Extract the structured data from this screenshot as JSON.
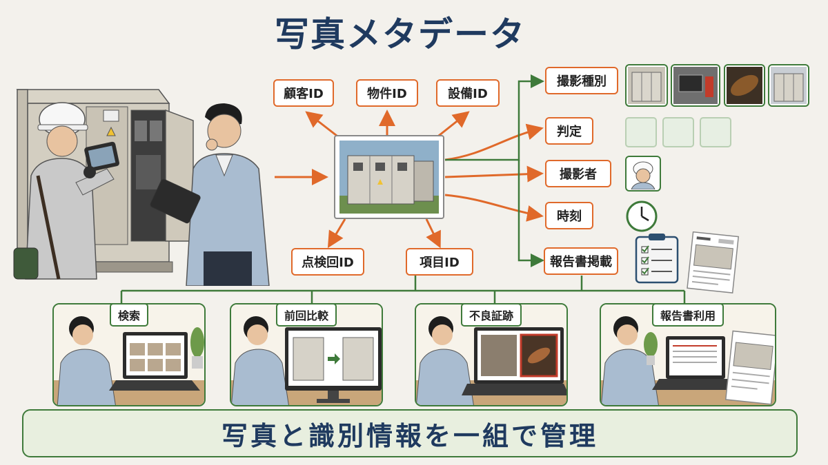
{
  "title": "写真メタデータ",
  "id_boxes": {
    "customer_id": "顧客ID",
    "property_id": "物件ID",
    "equipment_id": "設備ID",
    "inspection_id": "点検回ID",
    "item_id": "項目ID"
  },
  "meta_boxes": {
    "shot_type": "撮影種別",
    "judgment": "判定",
    "photographer": "撮影者",
    "time": "時刻",
    "report_posting": "報告書掲載"
  },
  "use_panels": [
    {
      "label": "検索"
    },
    {
      "label": "前回比較"
    },
    {
      "label": "不良証跡"
    },
    {
      "label": "報告書利用"
    }
  ],
  "banner": "写真と識別情報を一組で管理",
  "colors": {
    "title": "#1f3a5f",
    "arrow_orange": "#e0692a",
    "line_green": "#3e7a3a",
    "background": "#f3f1ec"
  }
}
